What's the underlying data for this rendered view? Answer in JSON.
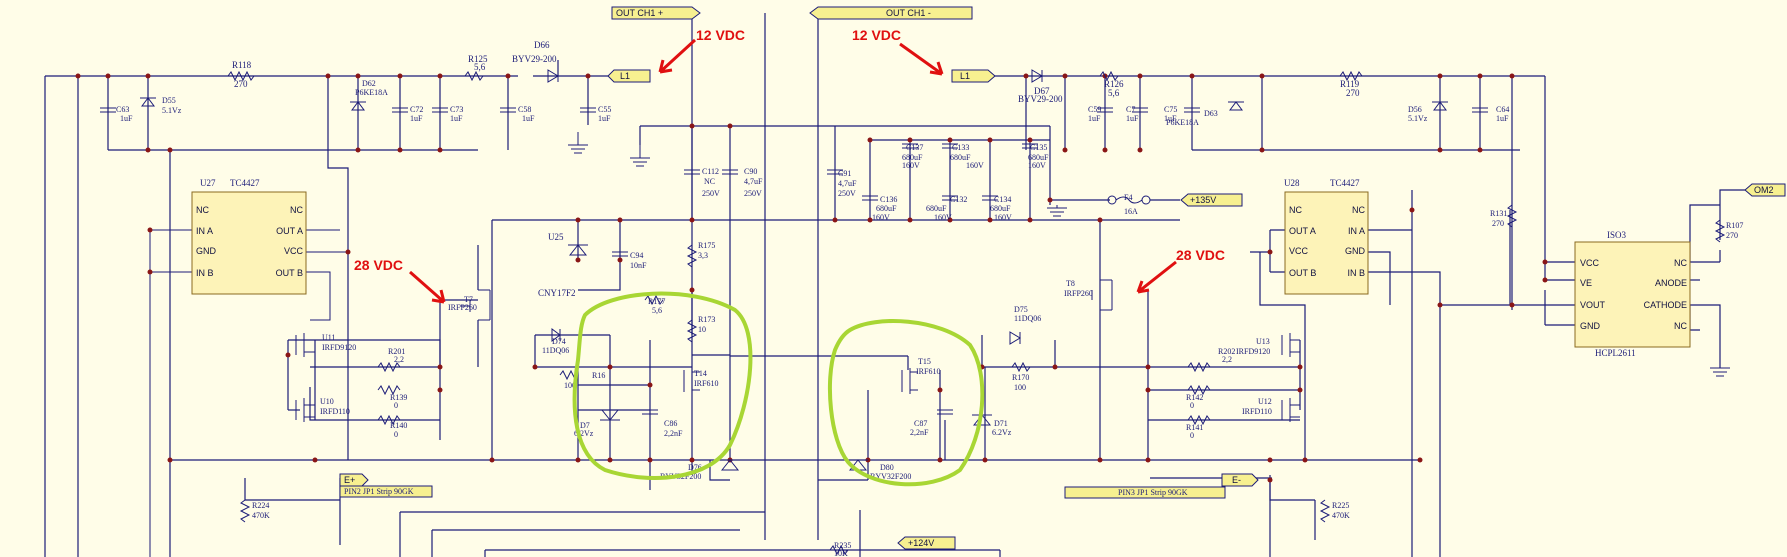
{
  "net_flags": {
    "out_ch1_plus": "OUT CH1 +",
    "out_ch1_minus": "OUT CH1 -",
    "l1_left": "L1",
    "l1_right": "L1",
    "v135": "+135V",
    "om2": "OM2",
    "e_plus": "E+",
    "e_minus": "E-",
    "v124": "+124V",
    "pin2": "PIN2 JP1 Strip 90GK",
    "pin3": "PIN3 JP1 Strip 90GK"
  },
  "annotations": {
    "vdc12_left": "12  VDC",
    "vdc12_right": "12  VDC",
    "vdc28_left": "28  VDC",
    "vdc28_right": "28  VDC"
  },
  "ic_u27": {
    "ref": "U27",
    "part": "TC4427",
    "pins_left": [
      "NC",
      "IN A",
      "GND",
      "IN B"
    ],
    "pins_right": [
      "NC",
      "OUT A",
      "VCC",
      "OUT B"
    ]
  },
  "ic_u28": {
    "ref": "U28",
    "part": "TC4427",
    "pins_left": [
      "NC",
      "OUT A",
      "VCC",
      "OUT B"
    ],
    "pins_right": [
      "NC",
      "IN A",
      "GND",
      "IN B"
    ]
  },
  "ic_iso3": {
    "ref": "ISO3",
    "part": "HCPL2611",
    "pins_left": [
      "VCC",
      "VE",
      "VOUT",
      "GND"
    ],
    "pins_right": [
      "NC",
      "ANODE",
      "CATHODE",
      "NC"
    ]
  },
  "components": {
    "r118": [
      "R118",
      "270"
    ],
    "r125": [
      "R125",
      "5,6"
    ],
    "d66": [
      "D66",
      "BYV29-200"
    ],
    "c63": [
      "C63",
      "1uF"
    ],
    "d55": [
      "D55",
      "5.1Vz"
    ],
    "d62": [
      "D62",
      "P6KE18A"
    ],
    "c72": [
      "C72",
      "1uF"
    ],
    "c73": [
      "C73",
      "1uF"
    ],
    "c58": [
      "C58",
      "1uF"
    ],
    "c55": [
      "C55",
      "1uF"
    ],
    "c112": [
      "C112",
      "NC",
      "250V"
    ],
    "c90": [
      "C90",
      "4,7uF",
      "250V"
    ],
    "u25": [
      "U25",
      "CNY17F2"
    ],
    "c94": [
      "C94",
      "10nF"
    ],
    "r175": [
      "R175",
      "3,3"
    ],
    "r177": [
      "R177",
      "5,6"
    ],
    "r173": [
      "R173",
      "10"
    ],
    "t7": [
      "T7",
      "IRFP260"
    ],
    "u11": [
      "U11",
      "IRFD9120"
    ],
    "u10": [
      "U10",
      "IRFD110"
    ],
    "r201": [
      "R201",
      "2,2"
    ],
    "r139": [
      "R139",
      "0"
    ],
    "r140": [
      "R140",
      "0"
    ],
    "d74": [
      "D74",
      "11DQ06"
    ],
    "r16": [
      "R16",
      "100"
    ],
    "t14": [
      "T14",
      "IRF610"
    ],
    "d7x": [
      "D7",
      "6.2Vz"
    ],
    "c86": [
      "C86",
      "2,2nF"
    ],
    "d76": [
      "D76",
      "BYV32F200"
    ],
    "r224": [
      "R224",
      "470K"
    ],
    "d67": [
      "D67",
      "BYV29-200"
    ],
    "r126": [
      "R126",
      "5,6"
    ],
    "r119": [
      "R119",
      "270"
    ],
    "c59": [
      "C59",
      "1uF"
    ],
    "c7x": [
      "C7",
      "1uF"
    ],
    "c75": [
      "C75",
      "1uF"
    ],
    "d63": [
      "D63",
      "P6KE18A"
    ],
    "d56": [
      "D56",
      "5.1Vz"
    ],
    "c64": [
      "C64",
      "1uF"
    ],
    "c91": [
      "C91",
      "4,7uF",
      "250V"
    ],
    "c137": [
      "C137",
      "680uF",
      "160V"
    ],
    "c133": [
      "C133",
      "680uF",
      "160V"
    ],
    "c135": [
      "C135",
      "680uF",
      "160V"
    ],
    "c136": [
      "C136",
      "680uF",
      "160V"
    ],
    "c132": [
      "C132",
      "680uF",
      "160V"
    ],
    "c134": [
      "C134",
      "680uF",
      "160V"
    ],
    "f4": [
      "F4",
      "16A"
    ],
    "t8": [
      "T8",
      "IRFP260"
    ],
    "d75": [
      "D75",
      "11DQ06"
    ],
    "t15": [
      "T15",
      "IRF610"
    ],
    "r170": [
      "R170",
      "100"
    ],
    "c87": [
      "C87",
      "2,2nF"
    ],
    "d71": [
      "D71",
      "6.2Vz"
    ],
    "d80": [
      "D80",
      "BYV32F200"
    ],
    "r202": [
      "R202",
      "2,2"
    ],
    "r142": [
      "R142",
      "0"
    ],
    "r141": [
      "R141",
      "0"
    ],
    "u13": [
      "U13",
      "IRFD9120"
    ],
    "u12": [
      "U12",
      "IRFD110"
    ],
    "r131": [
      "R131",
      "270"
    ],
    "r107": [
      "R107",
      "270"
    ],
    "r225": [
      "R225",
      "470K"
    ],
    "r235": [
      "R235",
      "10K"
    ]
  },
  "colors": {
    "background": "#fffde8",
    "wire": "#1c1c78",
    "junction": "#8a1616",
    "annotation": "#e01010",
    "highlight": "#a8d634",
    "ic_fill": "#fdf3b8",
    "flag_fill": "#f7f090"
  }
}
